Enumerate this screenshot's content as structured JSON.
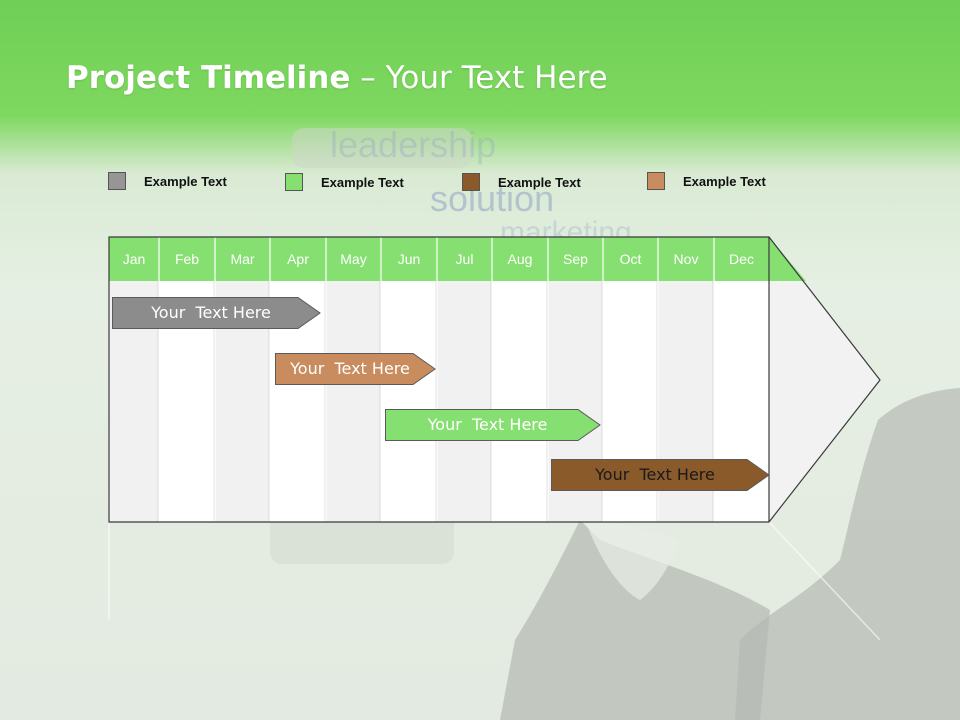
{
  "title": {
    "main": "Project Timeline",
    "rest": " – Your Text Here"
  },
  "legend": [
    {
      "label": "Example Text",
      "color": "#969696"
    },
    {
      "label": "Example Text",
      "color": "#86df71"
    },
    {
      "label": "Example Text",
      "color": "#8a5a2b"
    },
    {
      "label": "Example Text",
      "color": "#c98c5e"
    }
  ],
  "background_words": [
    "leadership",
    "solution",
    "marketing"
  ],
  "months": [
    "Jan",
    "Feb",
    "Mar",
    "Apr",
    "May",
    "Jun",
    "Jul",
    "Aug",
    "Sep",
    "Oct",
    "Nov",
    "Dec"
  ],
  "tasks": [
    {
      "label": "Your  Text Here",
      "start_month": "Jan",
      "end_month": "Apr",
      "color": "#8c8c8c",
      "text_color": "#ffffff"
    },
    {
      "label": "Your  Text Here",
      "start_month": "Apr",
      "end_month": "Jul",
      "color": "#c98c5e",
      "text_color": "#ffffff"
    },
    {
      "label": "Your  Text Here",
      "start_month": "Jun",
      "end_month": "Sep",
      "color": "#86df71",
      "text_color": "#ffffff"
    },
    {
      "label": "Your  Text Here",
      "start_month": "Aug",
      "end_month": "Dec",
      "color": "#8a5a2b",
      "text_color": "#1a1a1a"
    }
  ],
  "colors": {
    "header_green": "#86df71",
    "grid_line": "#b0b0b0",
    "column_light": "#f1f1f1",
    "column_white": "#ffffff"
  }
}
